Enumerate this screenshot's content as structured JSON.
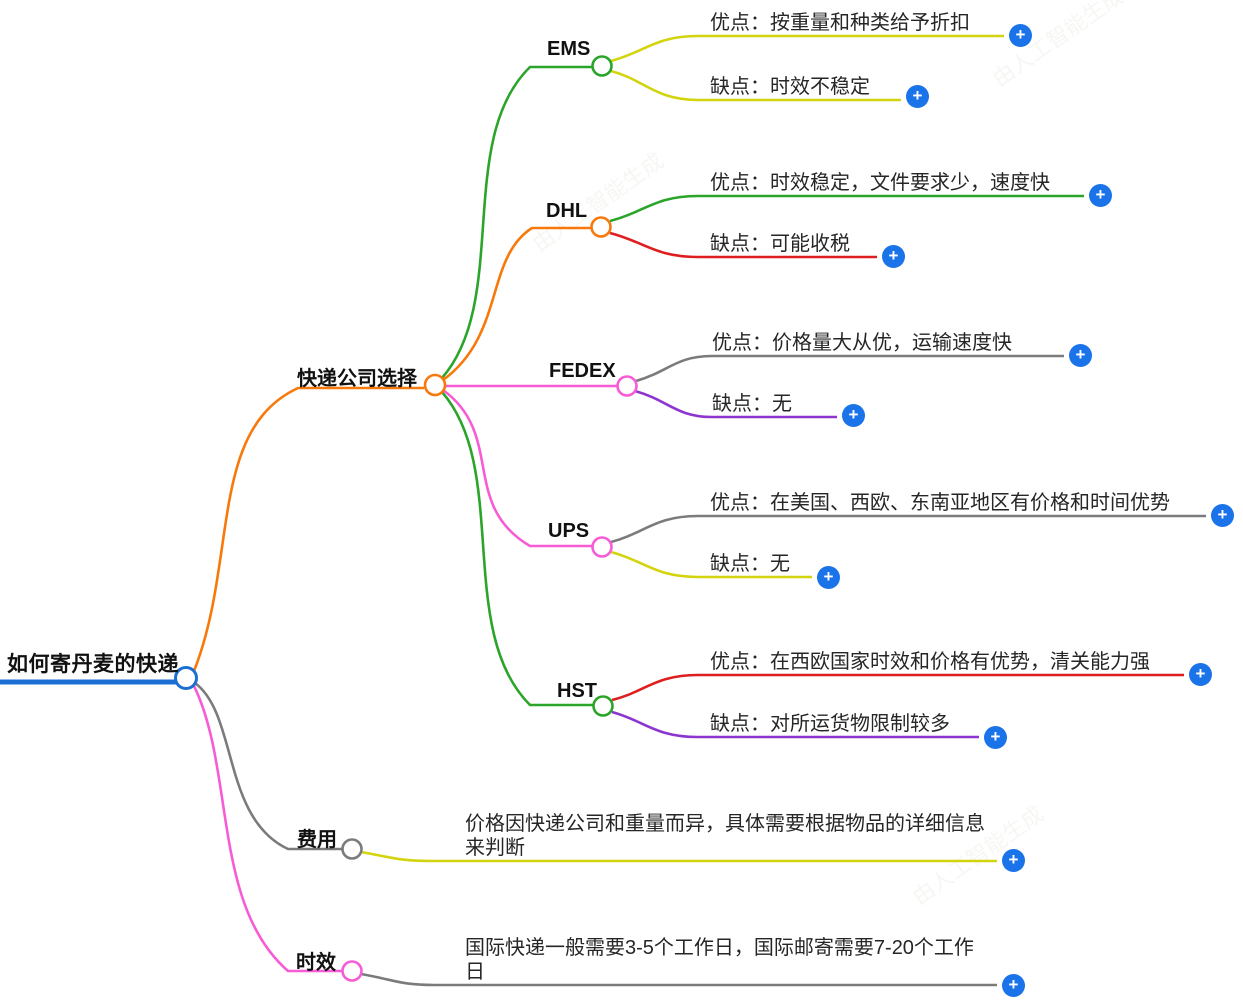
{
  "root": {
    "label": "如何寄丹麦的快递"
  },
  "level1": {
    "company": {
      "label": "快递公司选择"
    },
    "cost": {
      "label": "费用",
      "detail": "价格因快递公司和重量而异，具体需要根据物品的详细信息来判断"
    },
    "time": {
      "label": "时效",
      "detail": "国际快递一般需要3-5个工作日，国际邮寄需要7-20个工作日"
    }
  },
  "companies": {
    "ems": {
      "label": "EMS",
      "pros": "优点：按重量和种类给予折扣",
      "cons": "缺点：时效不稳定"
    },
    "dhl": {
      "label": "DHL",
      "pros": "优点：时效稳定，文件要求少，速度快",
      "cons": "缺点：可能收税"
    },
    "fedex": {
      "label": "FEDEX",
      "pros": "优点：价格量大从优，运输速度快",
      "cons": "缺点：无"
    },
    "ups": {
      "label": "UPS",
      "pros": "优点：在美国、西欧、东南亚地区有价格和时间优势",
      "cons": "缺点：无"
    },
    "hst": {
      "label": "HST",
      "pros": "优点：在西欧国家时效和价格有优势，清关能力强",
      "cons": "缺点：对所运货物限制较多"
    }
  },
  "icons": {
    "plus": "+"
  },
  "colors": {
    "root_blue": "#1b6fd2",
    "plus_blue": "#1a73e8",
    "orange": "#f8790b",
    "green": "#2aa52a",
    "yellow": "#d3d30e",
    "red": "#df1f1f",
    "purple": "#8d36cf",
    "gray": "#7b7b7b",
    "pink": "#f75cd6"
  },
  "watermark": {
    "text": "由人工智能生成"
  }
}
